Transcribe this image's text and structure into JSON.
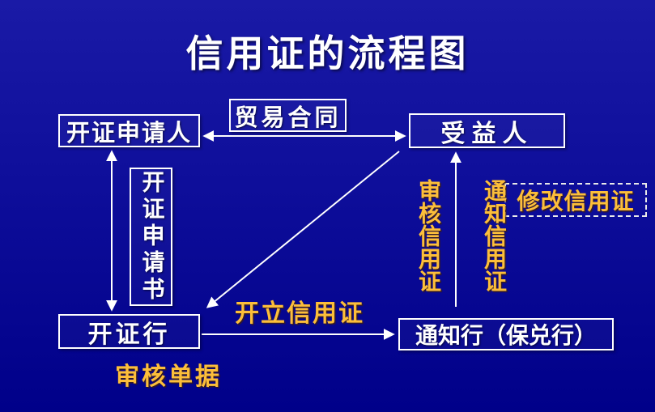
{
  "title": "信用证的流程图",
  "nodes": {
    "applicant": {
      "label": "开证申请人"
    },
    "trade_contract": {
      "label": "贸易合同"
    },
    "beneficiary": {
      "label": "受益人"
    },
    "application": {
      "label": "开证申请书"
    },
    "issuing_bank": {
      "label": "开证行"
    },
    "advising_bank": {
      "label": "通知行（保兑行）"
    },
    "amend_lc": {
      "label": "修改信用证"
    }
  },
  "labels": {
    "issue_lc": "开立信用证",
    "examine_docs": "审核单据",
    "examine_lc": "审核信用证",
    "advise_lc": "通知信用证"
  },
  "edges": [
    {
      "between": [
        "applicant",
        "beneficiary"
      ],
      "arrows": "both",
      "label": "贸易合同"
    },
    {
      "between": [
        "applicant",
        "issuing_bank"
      ],
      "arrows": "both",
      "label": "开证申请书"
    },
    {
      "from": "beneficiary",
      "to": "issuing_bank",
      "arrows": "end"
    },
    {
      "from": "issuing_bank",
      "to": "advising_bank",
      "arrows": "end",
      "label": "开立信用证"
    },
    {
      "from": "advising_bank",
      "to": "beneficiary",
      "arrows": "end",
      "label": "通知信用证"
    }
  ],
  "colors": {
    "background_top": "#1a1aa6",
    "background_bottom": "#000089",
    "box_border": "#ffffff",
    "box_text": "#ffffff",
    "accent_yellow": "#fcbe3a"
  }
}
